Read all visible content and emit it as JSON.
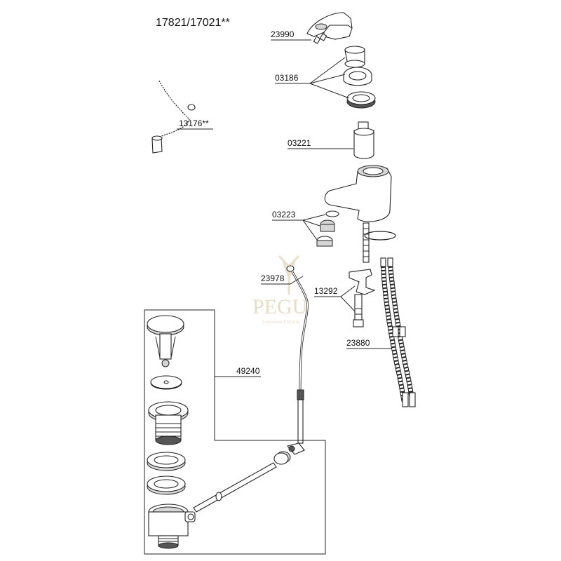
{
  "title": "17821/17021**",
  "watermark": {
    "brand": "PEGU",
    "tagline": "Luxurious Fixtures"
  },
  "labels": {
    "p23990": "23990",
    "p03186": "03186",
    "p13176": "13176**",
    "p03221": "03221",
    "p03223": "03223",
    "p23978": "23978",
    "p13292": "13292",
    "p23880": "23880",
    "p49240": "49240"
  }
}
